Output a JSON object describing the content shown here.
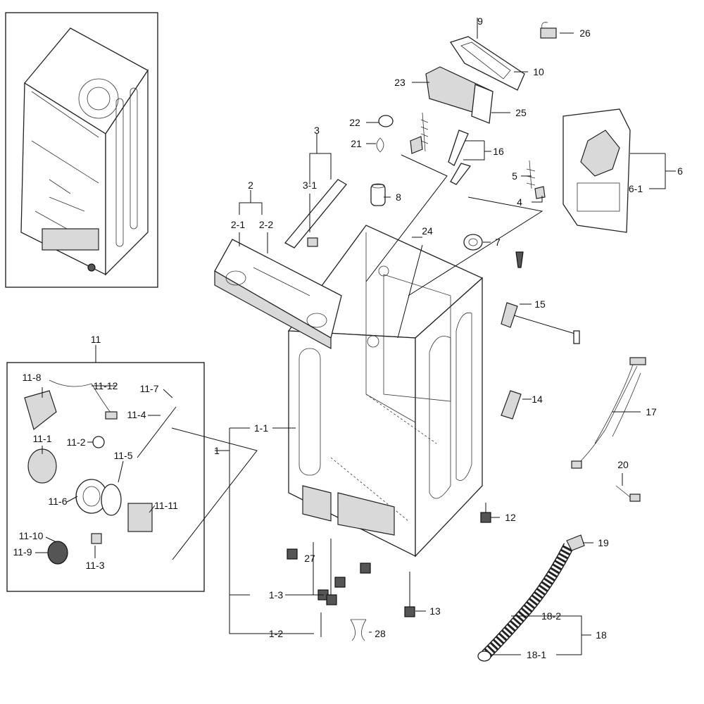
{
  "labels": {
    "l1": "1",
    "l1_1": "1-1",
    "l1_2": "1-2",
    "l1_3": "1-3",
    "l2": "2",
    "l2_1": "2-1",
    "l2_2": "2-2",
    "l3": "3",
    "l3_1": "3-1",
    "l4": "4",
    "l5": "5",
    "l6": "6",
    "l6_1": "6-1",
    "l7": "7",
    "l8": "8",
    "l9": "9",
    "l10": "10",
    "l11": "11",
    "l11_1": "11-1",
    "l11_2": "11-2",
    "l11_3": "11-3",
    "l11_4": "11-4",
    "l11_5": "11-5",
    "l11_6": "11-6",
    "l11_7": "11-7",
    "l11_8": "11-8",
    "l11_9": "11-9",
    "l11_10": "11-10",
    "l11_11": "11-11",
    "l11_12": "11-12",
    "l12": "12",
    "l13": "13",
    "l14": "14",
    "l15": "15",
    "l16": "16",
    "l17": "17",
    "l18": "18",
    "l18_1": "18-1",
    "l18_2": "18-2",
    "l19": "19",
    "l20": "20",
    "l21": "21",
    "l22": "22",
    "l23": "23",
    "l24": "24",
    "l25": "25",
    "l26": "26",
    "l27": "27",
    "l28": "28"
  }
}
